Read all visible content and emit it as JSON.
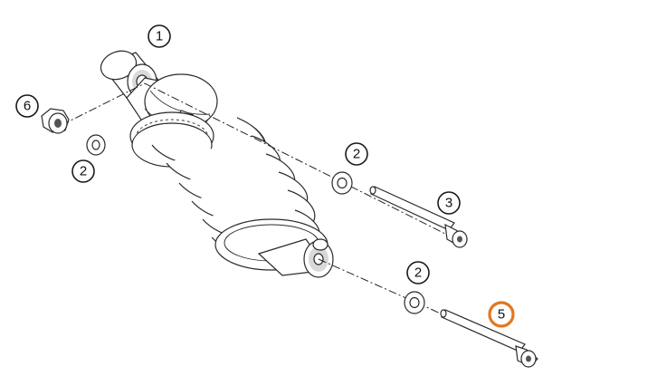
{
  "diagram": {
    "callouts": [
      {
        "id": "c1",
        "label": "1"
      },
      {
        "id": "c6",
        "label": "6"
      },
      {
        "id": "c2a",
        "label": "2"
      },
      {
        "id": "c2b",
        "label": "2"
      },
      {
        "id": "c3",
        "label": "3"
      },
      {
        "id": "c2c",
        "label": "2"
      },
      {
        "id": "c5",
        "label": "5"
      }
    ],
    "highlight_color": "#e2771f",
    "line_color": "#1a1a1a"
  }
}
